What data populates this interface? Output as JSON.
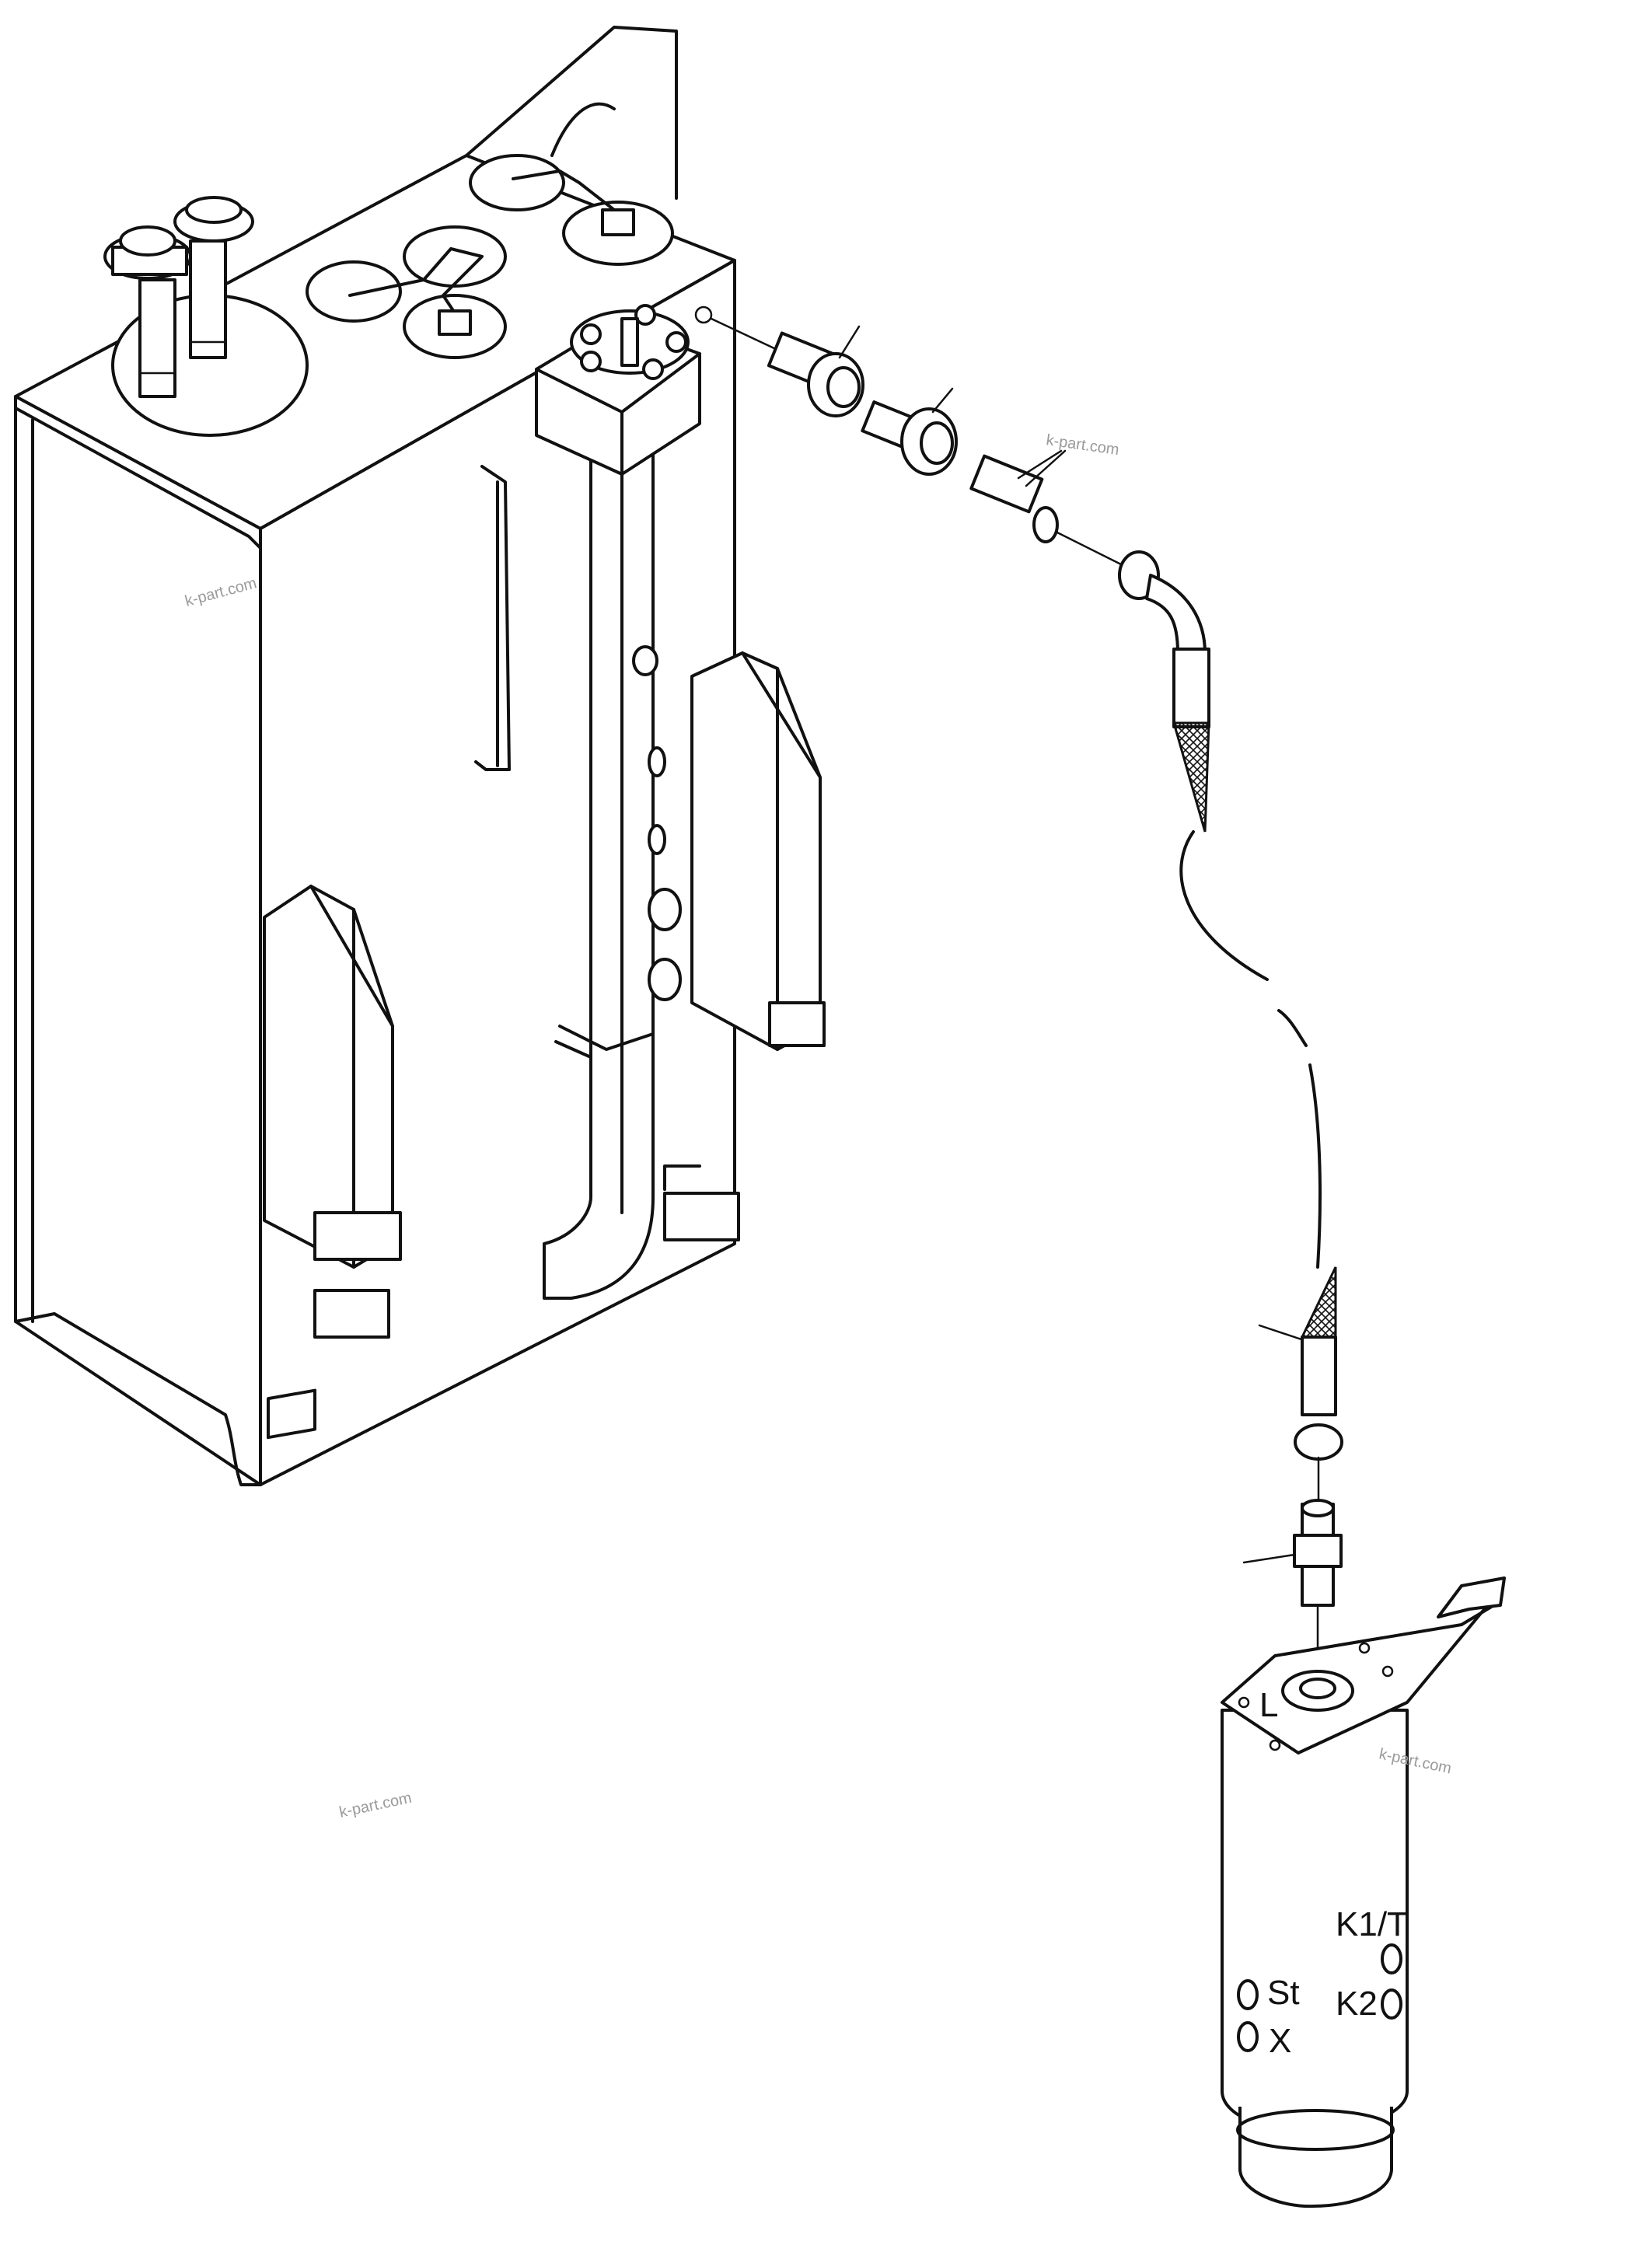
{
  "watermarks": {
    "wm1": "k-part.com",
    "wm2": "k-part.com",
    "wm3": "k-part.com",
    "wm4": "k-part.com"
  },
  "labels": {
    "l": "L",
    "k1t": "K1/T",
    "st": "St",
    "k2": "K2",
    "x": "X"
  }
}
